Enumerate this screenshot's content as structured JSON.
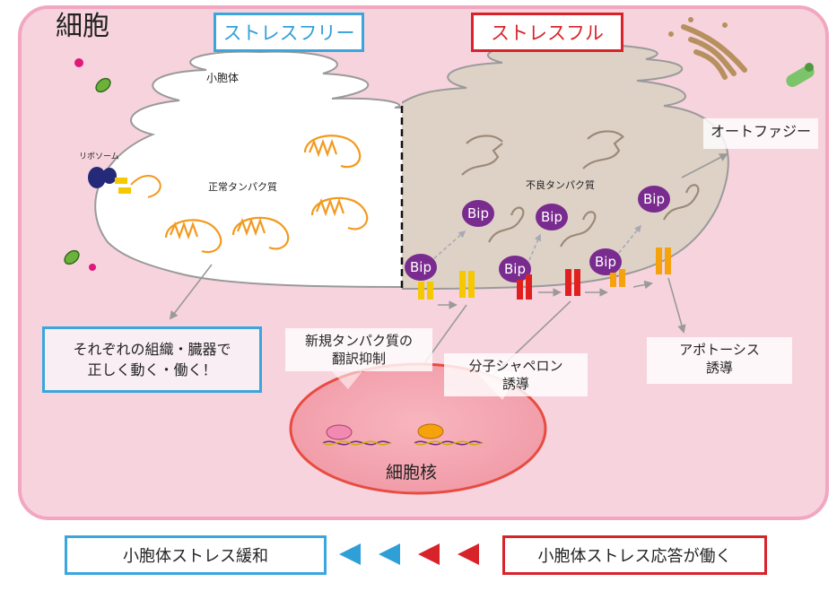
{
  "cell": {
    "title": "細胞",
    "nucleus": "細胞核"
  },
  "states": {
    "stress_free": "ストレスフリー",
    "stress_full": "ストレスフル"
  },
  "organelles": {
    "er": "小胞体",
    "ribosome": "リボソーム"
  },
  "proteins": {
    "normal": "正常タンパク質",
    "misfolded": "不良タンパク質",
    "chaperone": "Bip"
  },
  "outcomes": {
    "normal_function": [
      "それぞれの組織・臓器で",
      "正しく動く・働く！"
    ],
    "translation_suppression": [
      "新規タンパク質の",
      "翻訳抑制"
    ],
    "chaperone_induction": [
      "分子シャペロン",
      "誘導"
    ],
    "apoptosis_induction": [
      "アポトーシス",
      "誘導"
    ],
    "autophagy": "オートファジー"
  },
  "bottom": {
    "relief": "小胞体ストレス緩和",
    "response": "小胞体ストレス応答が働く"
  },
  "colors": {
    "cell_bg": "#f7d3de",
    "cell_border": "#f2a7c0",
    "er_stress_bg": "#ded2c6",
    "bip_purple": "#7a2b8f",
    "blue_accent": "#2f9fd8",
    "red_accent": "#d8232a",
    "protein_orange": "#f29a1e",
    "misfolded_brown": "#9c8a78",
    "sensor_yellow": "#f6c800",
    "sensor_red": "#e0201f",
    "sensor_orange": "#f5a20c"
  },
  "icons": [
    "mitochondria-icon",
    "golgi-icon",
    "ribosome-icon",
    "bacteria-icon",
    "dna-icon"
  ]
}
